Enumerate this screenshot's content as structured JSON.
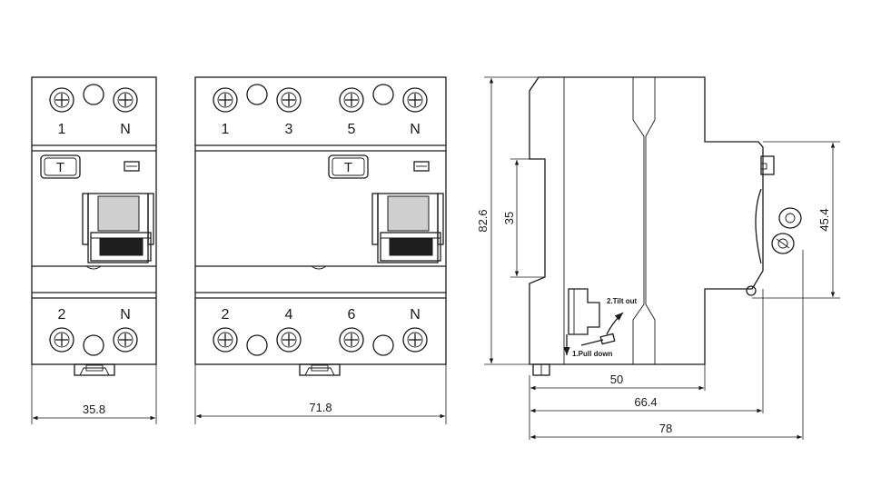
{
  "front_2pole": {
    "top_terminals": [
      "1",
      "N"
    ],
    "bottom_terminals": [
      "2",
      "N"
    ],
    "test_button": "T",
    "width_dim": "35.8"
  },
  "front_4pole": {
    "top_terminals": [
      "1",
      "3",
      "5",
      "N"
    ],
    "bottom_terminals": [
      "2",
      "4",
      "6",
      "N"
    ],
    "test_button": "T",
    "width_dim": "71.8"
  },
  "side_view": {
    "height_dim": "82.6",
    "rail_dim": "35",
    "step_dim": "45.4",
    "depth_dims": [
      "50",
      "66.4",
      "78"
    ],
    "notes": {
      "tilt_out": "2.Tilt out",
      "pull_down": "1.Pull down"
    }
  }
}
